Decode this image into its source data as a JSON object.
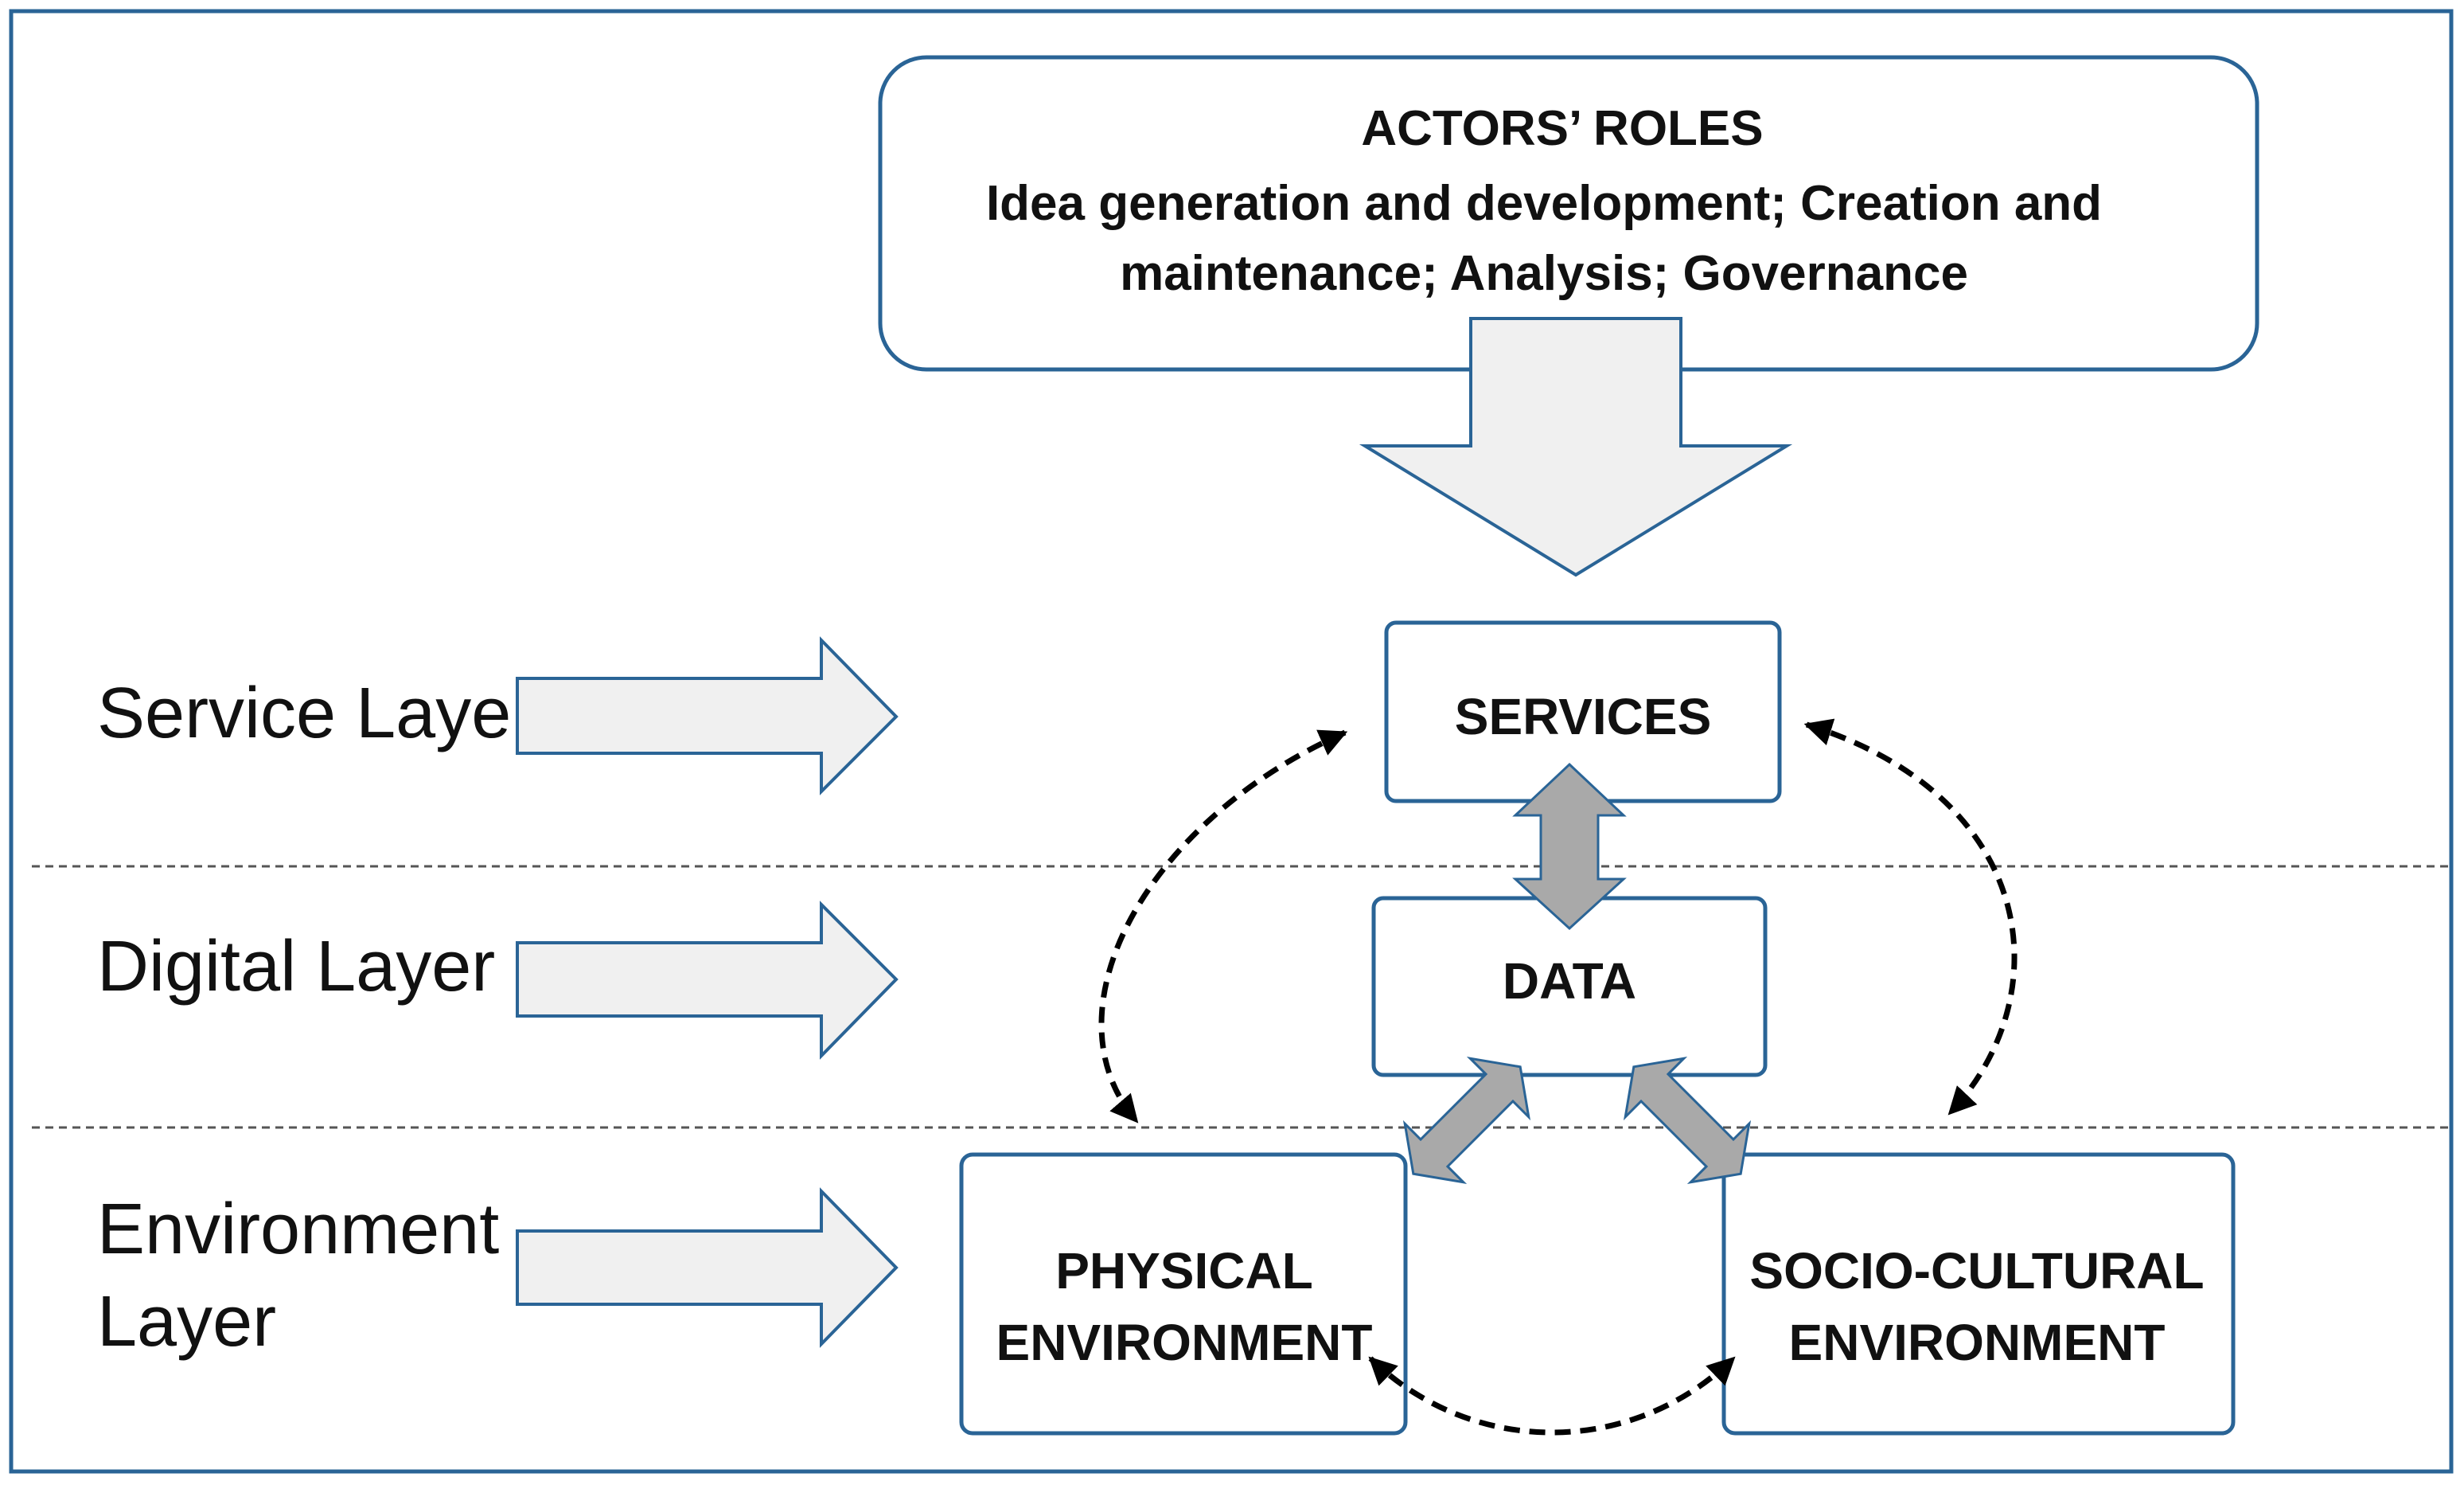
{
  "actors": {
    "title": "ACTORS’ ROLES",
    "line1": "Idea generation and development; Creation and",
    "line2": "maintenance; Analysis; Governance"
  },
  "boxes": {
    "services": "SERVICES",
    "data": "DATA",
    "physical_line1": "PHYSICAL",
    "physical_line2": "ENVIRONMENT",
    "socio_line1": "SOCIO-CULTURAL",
    "socio_line2": "ENVIRONMENT"
  },
  "layers": {
    "service": "Service Layer",
    "digital": "Digital Layer",
    "environment_line1": "Environment",
    "environment_line2": "Layer"
  },
  "colors": {
    "box_border": "#2a6496",
    "frame_border": "#2a6496",
    "block_arrow_fill": "#f0f0f0",
    "block_arrow_stroke": "#2a6496",
    "grey_arrow_fill": "#a9a9a9",
    "grey_arrow_stroke": "#2a6496",
    "dashed_arrow": "#000000",
    "divider": "#555555"
  }
}
